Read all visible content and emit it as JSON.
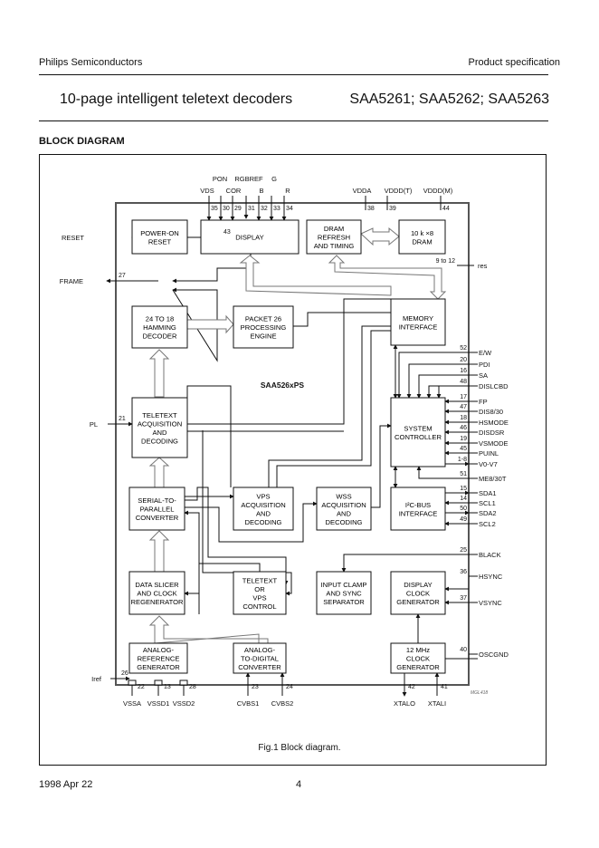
{
  "header": {
    "company": "Philips Semiconductors",
    "doc_type": "Product specification",
    "title": "10-page intelligent teletext decoders",
    "part_numbers": "SAA5261; SAA5262; SAA5263"
  },
  "section_title": "BLOCK DIAGRAM",
  "diagram": {
    "chip_label": "SAA526xPS",
    "figure_code": "MGL418",
    "caption": "Fig.1  Block diagram.",
    "blocks": {
      "power_on_reset": [
        "POWER-ON",
        "RESET"
      ],
      "display": [
        "DISPLAY"
      ],
      "dram_refresh": [
        "DRAM",
        "REFRESH",
        "AND TIMING"
      ],
      "dram": [
        "10 k ×8",
        "DRAM"
      ],
      "hamming": [
        "24 TO 18",
        "HAMMING",
        "DECODER"
      ],
      "packet26": [
        "PACKET 26",
        "PROCESSING",
        "ENGINE"
      ],
      "memory_interface": [
        "MEMORY",
        "INTERFACE"
      ],
      "teletext_acq": [
        "TELETEXT",
        "ACQUISITION",
        "AND",
        "DECODING"
      ],
      "system_controller": [
        "SYSTEM",
        "CONTROLLER"
      ],
      "serial_parallel": [
        "SERIAL-TO-",
        "PARALLEL",
        "CONVERTER"
      ],
      "vps_acq": [
        "VPS",
        "ACQUISITION",
        "AND",
        "DECODING"
      ],
      "wss_acq": [
        "WSS",
        "ACQUISITION",
        "AND",
        "DECODING"
      ],
      "i2c": [
        "I²C-BUS",
        "INTERFACE"
      ],
      "data_slicer": [
        "DATA SLICER",
        "AND CLOCK",
        "REGENERATOR"
      ],
      "ttx_vps_control": [
        "TELETEXT",
        "OR",
        "VPS",
        "CONTROL"
      ],
      "input_clamp": [
        "INPUT CLAMP",
        "AND SYNC",
        "SEPARATOR"
      ],
      "display_clock": [
        "DISPLAY",
        "CLOCK",
        "GENERATOR"
      ],
      "analog_ref": [
        "ANALOG-",
        "REFERENCE",
        "GENERATOR"
      ],
      "adc": [
        "ANALOG-",
        "TO-DIGITAL",
        "CONVERTER"
      ],
      "clock12": [
        "12 MHz",
        "CLOCK",
        "GENERATOR"
      ]
    },
    "top_pins": [
      {
        "name": "VDS",
        "pin": "35"
      },
      {
        "name": "PON",
        "pin": "30"
      },
      {
        "name": "COR",
        "pin": "29"
      },
      {
        "name": "RGBREF",
        "pin": "31"
      },
      {
        "name": "B",
        "pin": "32"
      },
      {
        "name": "G",
        "pin": "33"
      },
      {
        "name": "R",
        "pin": "34"
      },
      {
        "name": "VDDA",
        "pin": "38"
      },
      {
        "name": "VDDD(T)",
        "pin": "39"
      },
      {
        "name": "VDDD(M)",
        "pin": "44"
      }
    ],
    "left_pins": [
      {
        "name": "RESET",
        "pin": "43"
      },
      {
        "name": "FRAME",
        "pin": "27"
      },
      {
        "name": "PL",
        "pin": "21"
      },
      {
        "name": "Iref",
        "pin": "26"
      }
    ],
    "right_pins": [
      {
        "name": "res",
        "pin": "9 to 12"
      },
      {
        "name": "E/W",
        "pin": "52"
      },
      {
        "name": "PDI",
        "pin": "20"
      },
      {
        "name": "SA",
        "pin": "16"
      },
      {
        "name": "DISLCBD",
        "pin": "48"
      },
      {
        "name": "FP",
        "pin": "17"
      },
      {
        "name": "DIS8/30",
        "pin": "47"
      },
      {
        "name": "HSMODE",
        "pin": "18"
      },
      {
        "name": "DISDSR",
        "pin": "46"
      },
      {
        "name": "VSMODE",
        "pin": "19"
      },
      {
        "name": "PUINL",
        "pin": "45"
      },
      {
        "name": "V0-V7",
        "pin": "1-8"
      },
      {
        "name": "ME8/30T",
        "pin": "51"
      },
      {
        "name": "SDA1",
        "pin": "15"
      },
      {
        "name": "SCL1",
        "pin": "14"
      },
      {
        "name": "SDA2",
        "pin": "50"
      },
      {
        "name": "SCL2",
        "pin": "49"
      },
      {
        "name": "BLACK",
        "pin": "25"
      },
      {
        "name": "HSYNC",
        "pin": "36"
      },
      {
        "name": "VSYNC",
        "pin": "37"
      },
      {
        "name": "OSCGND",
        "pin": "40"
      }
    ],
    "bottom_pins": [
      {
        "name": "VSSA",
        "pin": "22"
      },
      {
        "name": "VSSD1",
        "pin": "13"
      },
      {
        "name": "VSSD2",
        "pin": "28"
      },
      {
        "name": "CVBS1",
        "pin": "23"
      },
      {
        "name": "CVBS2",
        "pin": "24"
      },
      {
        "name": "XTALO",
        "pin": "42"
      },
      {
        "name": "XTALI",
        "pin": "41"
      }
    ]
  },
  "footer": {
    "date": "1998 Apr 22",
    "page": "4"
  }
}
